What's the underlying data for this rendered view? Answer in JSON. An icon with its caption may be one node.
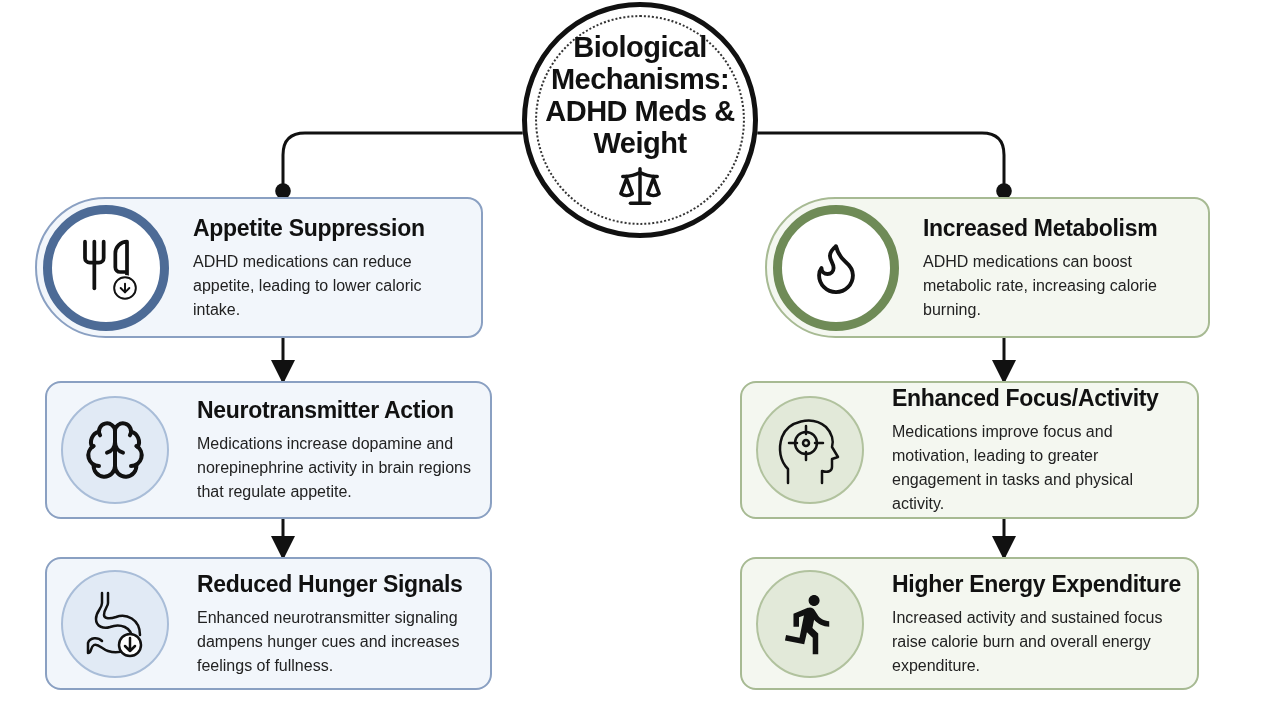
{
  "diagram": {
    "nodes": [
      {
        "text": [
          "Biological Mechanisms: ADHD Meds & Weight"
        ]
      },
      {
        "text": [
          "Appetite Suppression",
          "ADHD medications can reduce appetite, leading to lower caloric intake."
        ]
      },
      {
        "text": [
          "Neurotransmitter Action",
          "Medications increase dopamine and norepinephrine activity in brain regions that regulate appetite."
        ]
      },
      {
        "text": [
          "Reduced Hunger Signals",
          "Enhanced neurotransmitter signaling dampens hunger cues and increases feelings of fullness."
        ]
      },
      {
        "text": [
          "Increased Metabolism",
          "ADHD medications can boost metabolic rate, increasing calorie burning."
        ]
      },
      {
        "text": [
          "Enhanced Focus/Activity",
          "Medications improve focus and motivation, leading to greater engagement in tasks and physical activity."
        ]
      },
      {
        "text": [
          "Higher Energy Expenditure",
          "Increased activity and sustained focus raise calorie burn and overall energy expenditure."
        ]
      }
    ],
    "edges": [
      {
        "from": 0,
        "to": 1,
        "arrow": "other"
      },
      {
        "from": 0,
        "to": 4,
        "arrow": "other"
      },
      {
        "from": 1,
        "to": 2,
        "arrow": "to"
      },
      {
        "from": 2,
        "to": 3,
        "arrow": "to"
      },
      {
        "from": 4,
        "to": 5,
        "arrow": "to"
      },
      {
        "from": 5,
        "to": 6,
        "arrow": "to"
      }
    ]
  }
}
